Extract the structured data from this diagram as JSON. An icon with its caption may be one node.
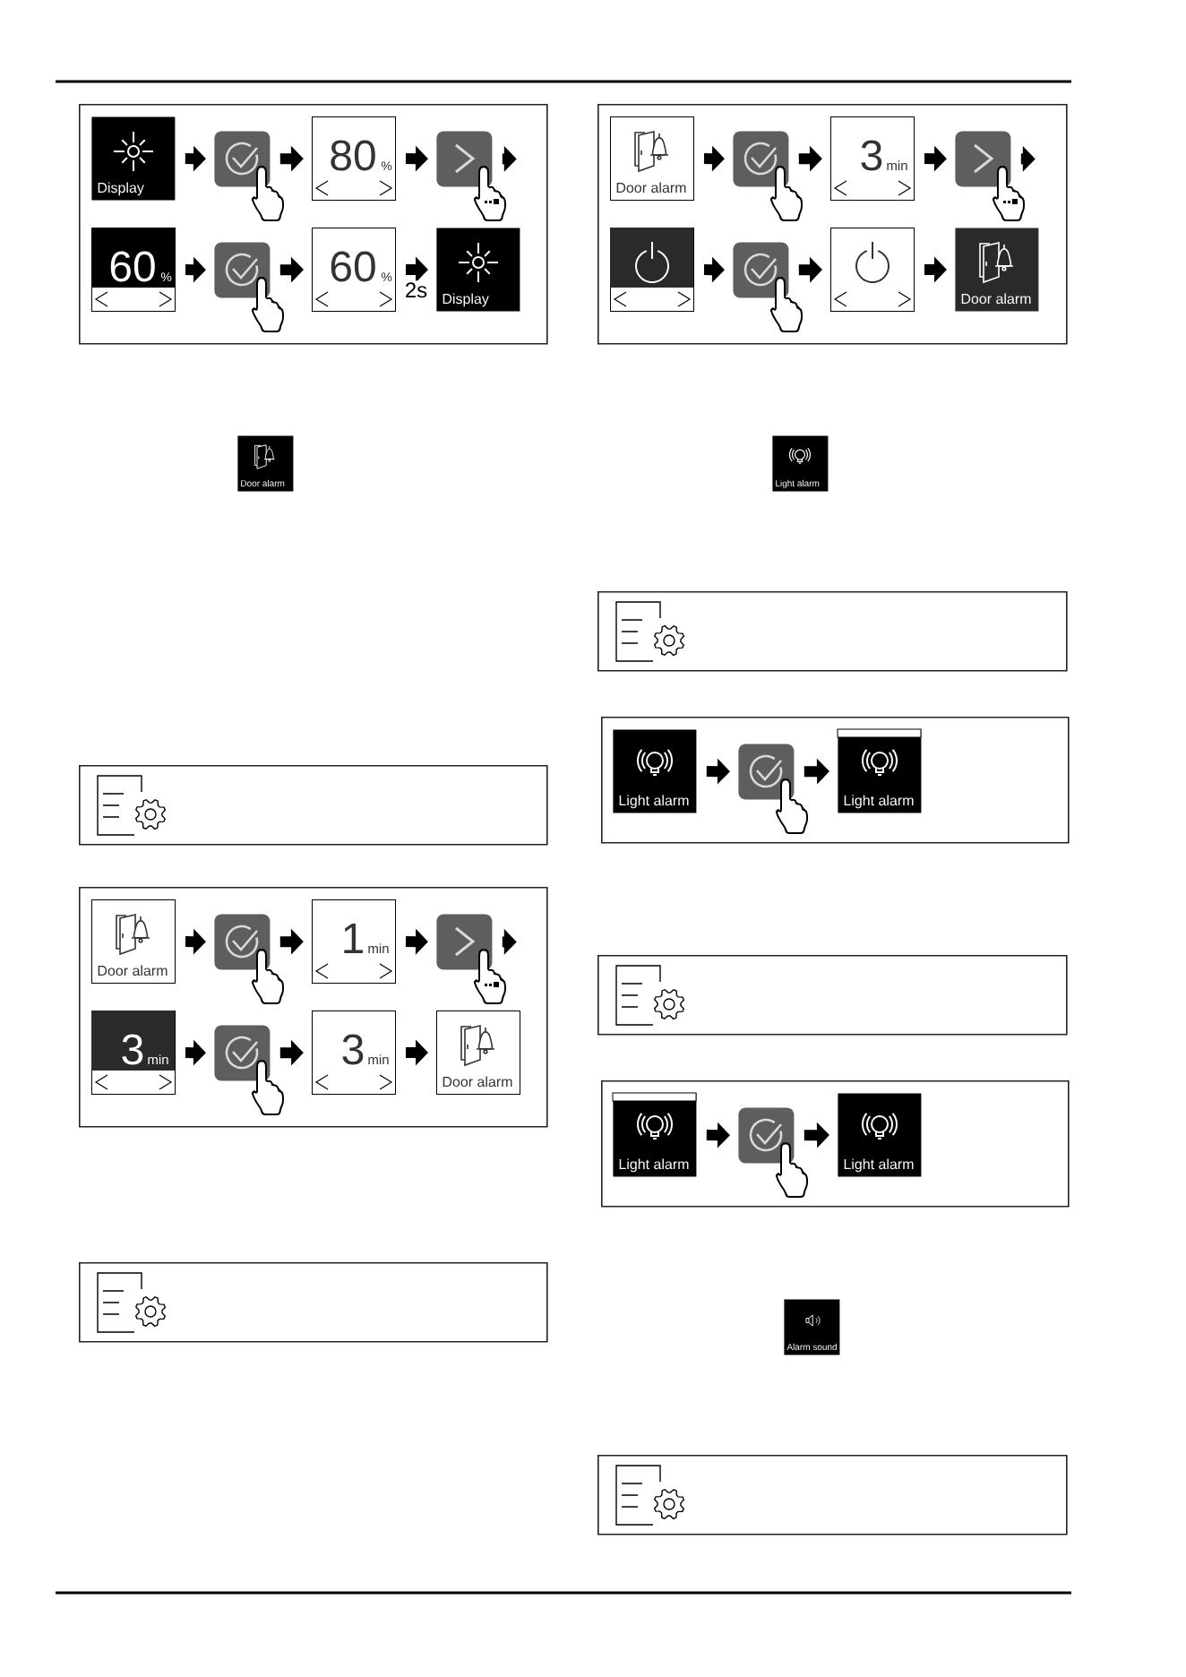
{
  "diagram": {
    "nodes": [
      {
        "text": [],
        "shape": "box"
      },
      {
        "text": [
          "Display"
        ],
        "in": 0
      },
      {
        "text": [],
        "shape": "button",
        "in": 0
      },
      {
        "text": [
          "80",
          "%"
        ],
        "in": 0
      },
      {
        "text": [],
        "shape": "button",
        "in": 0
      },
      {
        "text": [
          "60",
          "%"
        ],
        "in": 0
      },
      {
        "text": [],
        "shape": "button",
        "in": 0
      },
      {
        "text": [
          "60",
          "%"
        ],
        "in": 0
      },
      {
        "text": [
          "Display"
        ],
        "in": 0
      },
      {
        "text": [
          "Door alarm"
        ]
      },
      {
        "text": [],
        "shape": "box"
      },
      {
        "text": [],
        "shape": "box"
      },
      {
        "text": [
          "Door alarm"
        ],
        "in": 11
      },
      {
        "text": [],
        "shape": "button",
        "in": 11
      },
      {
        "text": [
          "1",
          "min"
        ],
        "in": 11
      },
      {
        "text": [],
        "shape": "button",
        "in": 11
      },
      {
        "text": [
          "3",
          "min"
        ],
        "in": 11
      },
      {
        "text": [],
        "shape": "button",
        "in": 11
      },
      {
        "text": [
          "3",
          "min"
        ],
        "in": 11
      },
      {
        "text": [
          "Door alarm"
        ],
        "in": 11
      },
      {
        "text": [],
        "shape": "box"
      },
      {
        "text": [],
        "shape": "box"
      },
      {
        "text": [
          "Door alarm"
        ],
        "in": 21
      },
      {
        "text": [],
        "shape": "button",
        "in": 21
      },
      {
        "text": [
          "3",
          "min"
        ],
        "in": 21
      },
      {
        "text": [],
        "shape": "button",
        "in": 21
      },
      {
        "text": [],
        "shape": "box",
        "in": 21
      },
      {
        "text": [],
        "shape": "button",
        "in": 21
      },
      {
        "text": [],
        "shape": "box",
        "in": 21
      },
      {
        "text": [
          "Door alarm"
        ],
        "in": 21
      },
      {
        "text": [
          "Light alarm"
        ]
      },
      {
        "text": [],
        "shape": "box"
      },
      {
        "text": [],
        "shape": "box"
      },
      {
        "text": [
          "Light alarm"
        ],
        "in": 32
      },
      {
        "text": [],
        "shape": "button",
        "in": 32
      },
      {
        "text": [
          "Light alarm"
        ],
        "in": 32
      },
      {
        "text": [],
        "shape": "box"
      },
      {
        "text": [],
        "shape": "box"
      },
      {
        "text": [
          "Light alarm"
        ],
        "in": 37
      },
      {
        "text": [],
        "shape": "button",
        "in": 37
      },
      {
        "text": [
          "Light alarm"
        ],
        "in": 37
      },
      {
        "text": [
          "Alarm sound"
        ]
      },
      {
        "text": [],
        "shape": "box"
      }
    ],
    "edges": [
      {
        "from": 1,
        "to": 2,
        "arrow": "to"
      },
      {
        "from": 2,
        "to": 3,
        "arrow": "to"
      },
      {
        "from": 3,
        "to": 4,
        "arrow": "to"
      },
      {
        "from": 4,
        "to": null,
        "arrow": "to"
      },
      {
        "from": 5,
        "to": 6,
        "arrow": "to"
      },
      {
        "from": 6,
        "to": 7,
        "arrow": "to"
      },
      {
        "from": 7,
        "to": 8,
        "arrow": "to",
        "label": "2s"
      },
      {
        "from": 12,
        "to": 13,
        "arrow": "to"
      },
      {
        "from": 13,
        "to": 14,
        "arrow": "to"
      },
      {
        "from": 14,
        "to": 15,
        "arrow": "to"
      },
      {
        "from": 15,
        "to": null,
        "arrow": "to"
      },
      {
        "from": 16,
        "to": 17,
        "arrow": "to"
      },
      {
        "from": 17,
        "to": 18,
        "arrow": "to"
      },
      {
        "from": 18,
        "to": 19,
        "arrow": "to"
      },
      {
        "from": 22,
        "to": 23,
        "arrow": "to"
      },
      {
        "from": 23,
        "to": 24,
        "arrow": "to"
      },
      {
        "from": 24,
        "to": 25,
        "arrow": "to"
      },
      {
        "from": 25,
        "to": null,
        "arrow": "to"
      },
      {
        "from": 26,
        "to": 27,
        "arrow": "to"
      },
      {
        "from": 27,
        "to": 28,
        "arrow": "to"
      },
      {
        "from": 28,
        "to": 29,
        "arrow": "to"
      },
      {
        "from": 33,
        "to": 34,
        "arrow": "to"
      },
      {
        "from": 34,
        "to": 35,
        "arrow": "to"
      },
      {
        "from": 38,
        "to": 39,
        "arrow": "to"
      },
      {
        "from": 39,
        "to": 40,
        "arrow": "to"
      }
    ]
  }
}
